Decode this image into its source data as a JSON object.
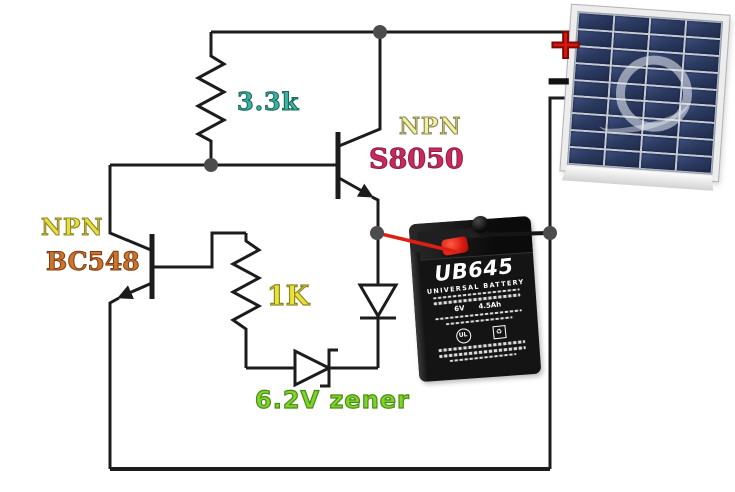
{
  "labels": {
    "r_top_value": "3.3k",
    "q2_type": "NPN",
    "q2_part": "S8050",
    "q1_type": "NPN",
    "q1_part": "BC548",
    "r_base_value": "1K",
    "zener_value": "6.2V zener",
    "solar_positive": "+",
    "solar_negative": "-"
  },
  "battery": {
    "model": "UB645",
    "brand": "UNIVERSAL BATTERY",
    "voltage": "6V",
    "capacity": "4.5Ah",
    "ul_mark": "UL",
    "recycle_mark": "♻"
  },
  "colors": {
    "wire": "#1c1c1c",
    "junction_dot": "#4c4c4c",
    "r_top_label": "#3fb3a1",
    "q2_type_label": "#f2efa0",
    "q2_part_label": "#c9295c",
    "q1_type_label": "#e7e03c",
    "q1_part_label": "#cf742e",
    "r_base_label": "#e9e433",
    "zener_label": "#7fd42c",
    "plus_sign": "#dc150d",
    "minus_sign": "#111111",
    "red_wire": "#e01f14",
    "solar_cell": "#2b3a60"
  }
}
